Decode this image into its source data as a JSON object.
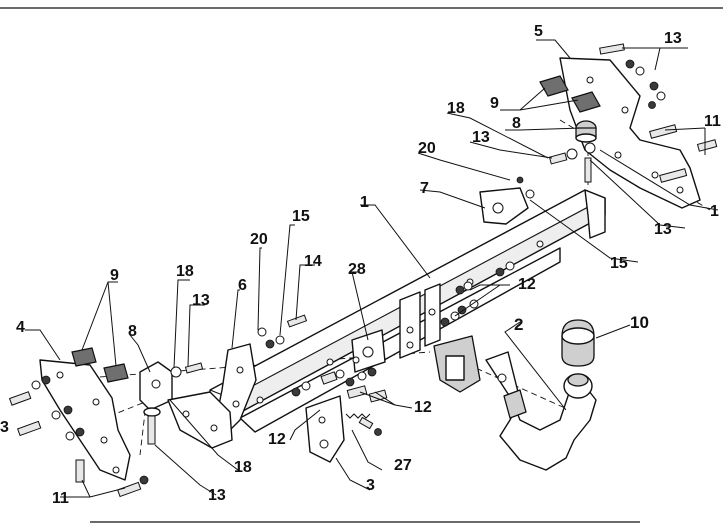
{
  "diagram": {
    "part_labels": [
      {
        "id": "p5",
        "text": "5"
      },
      {
        "id": "p13_top",
        "text": "13"
      },
      {
        "id": "p9_top",
        "text": "9"
      },
      {
        "id": "p8_top",
        "text": "8"
      },
      {
        "id": "p18_top",
        "text": "18"
      },
      {
        "id": "p13_mid",
        "text": "13"
      },
      {
        "id": "p11_right",
        "text": "11"
      },
      {
        "id": "p1_right",
        "text": "1"
      },
      {
        "id": "p20_top",
        "text": "20"
      },
      {
        "id": "p7",
        "text": "7"
      },
      {
        "id": "p1_beam",
        "text": "1"
      },
      {
        "id": "p13_right",
        "text": "13"
      },
      {
        "id": "p15_right",
        "text": "15"
      },
      {
        "id": "p15_left",
        "text": "15"
      },
      {
        "id": "p20_left",
        "text": "20"
      },
      {
        "id": "p14",
        "text": "14"
      },
      {
        "id": "p28",
        "text": "28"
      },
      {
        "id": "p12_top",
        "text": "12"
      },
      {
        "id": "p9_left",
        "text": "9"
      },
      {
        "id": "p18_left",
        "text": "18"
      },
      {
        "id": "p13_left",
        "text": "13"
      },
      {
        "id": "p6",
        "text": "6"
      },
      {
        "id": "p2",
        "text": "2"
      },
      {
        "id": "p10",
        "text": "10"
      },
      {
        "id": "p4",
        "text": "4"
      },
      {
        "id": "p8_left",
        "text": "8"
      },
      {
        "id": "p12_mid",
        "text": "12"
      },
      {
        "id": "p12_left",
        "text": "12"
      },
      {
        "id": "p18_bottom",
        "text": "18"
      },
      {
        "id": "p27",
        "text": "27"
      },
      {
        "id": "p3",
        "text": "3"
      },
      {
        "id": "p13_bottom",
        "text": "13"
      },
      {
        "id": "p11_left",
        "text": "11"
      },
      {
        "id": "p13_edge",
        "text": "3"
      }
    ]
  }
}
